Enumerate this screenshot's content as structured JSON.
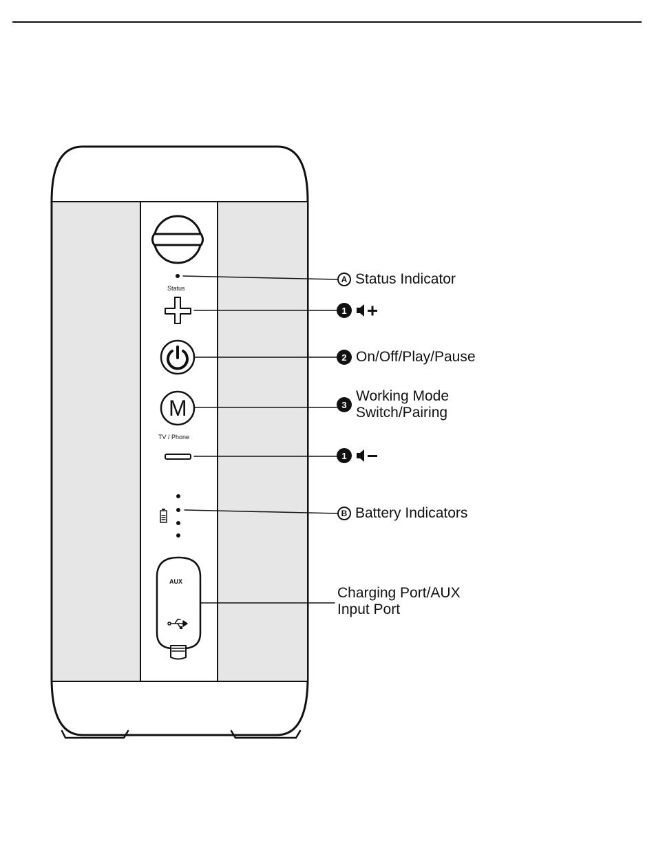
{
  "device_labels": {
    "status": "Status",
    "tv_phone": "TV / Phone",
    "aux": "AUX",
    "mode_button": "M"
  },
  "callouts": {
    "status_indicator": {
      "badge": "A",
      "label": "Status Indicator"
    },
    "volume_up": {
      "badge": "1",
      "icon": "volume-up-icon"
    },
    "power": {
      "badge": "2",
      "label": "On/Off/Play/Pause"
    },
    "mode": {
      "badge": "3",
      "line1": "Working Mode",
      "line2": "Switch/Pairing"
    },
    "volume_down": {
      "badge": "1",
      "icon": "volume-down-icon"
    },
    "battery": {
      "badge": "B",
      "label": "Battery Indicators"
    },
    "port": {
      "line1": "Charging Port/AUX",
      "line2": "Input Port"
    }
  },
  "colors": {
    "ink": "#111111",
    "background": "#ffffff"
  }
}
